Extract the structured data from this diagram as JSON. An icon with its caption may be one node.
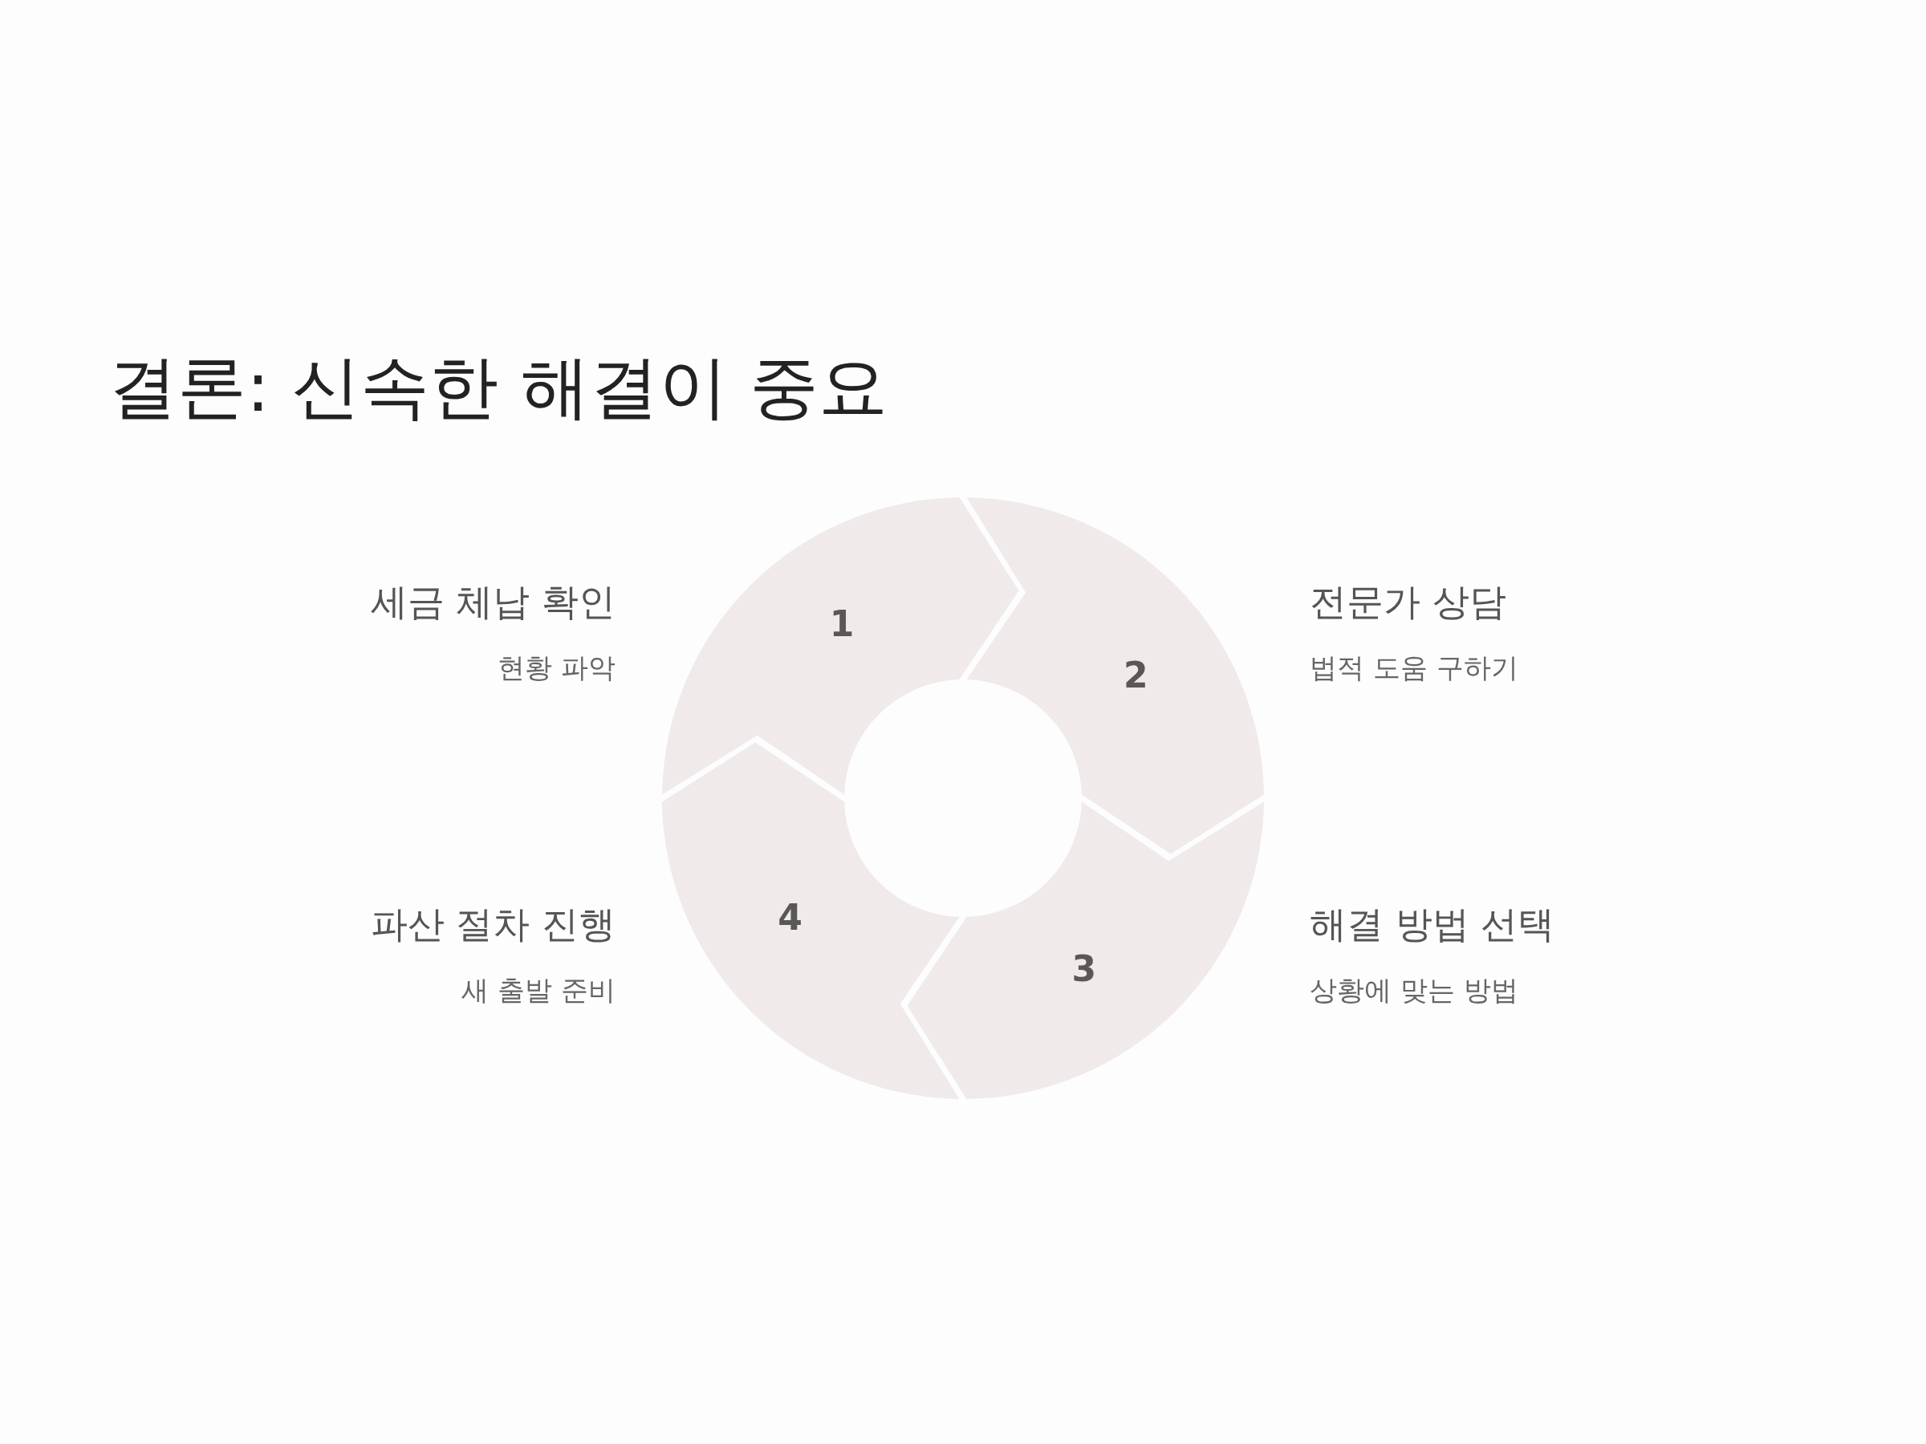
{
  "diagram": {
    "title": "결론: 신속한 해결이 중요",
    "nodes": [
      {
        "text": [
          "1"
        ],
        "beside": [
          "세금 체납 확인",
          "현황 파악"
        ]
      },
      {
        "text": [
          "2"
        ],
        "beside": [
          "전문가 상담",
          "법적 도움 구하기"
        ]
      },
      {
        "text": [
          "3"
        ],
        "beside": [
          "해결 방법 선택",
          "상황에 맞는 방법"
        ]
      },
      {
        "text": [
          "4"
        ],
        "beside": [
          "파산 절차 진행",
          "새 출발 준비"
        ]
      }
    ]
  }
}
